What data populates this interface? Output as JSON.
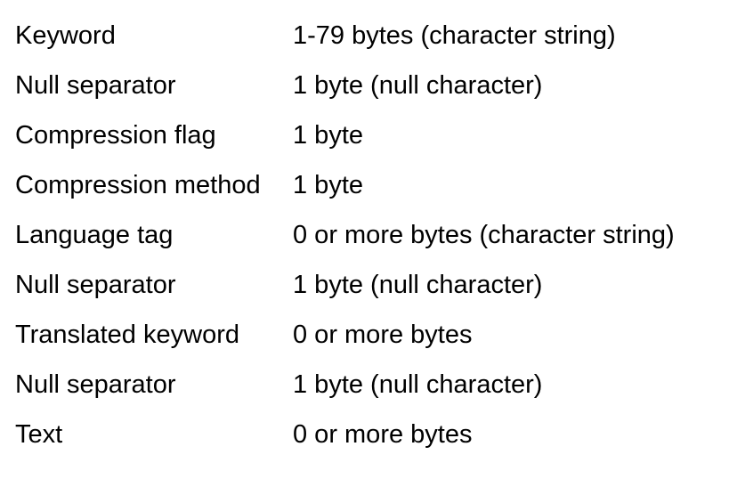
{
  "rows": [
    {
      "field": "Keyword",
      "size": "1-79 bytes (character string)"
    },
    {
      "field": "Null separator",
      "size": "1 byte (null character)"
    },
    {
      "field": "Compression flag",
      "size": "1 byte"
    },
    {
      "field": "Compression method",
      "size": "1 byte"
    },
    {
      "field": "Language tag",
      "size": "0 or more bytes (character string)"
    },
    {
      "field": "Null separator",
      "size": "1 byte (null character)"
    },
    {
      "field": "Translated keyword",
      "size": "0 or more bytes"
    },
    {
      "field": "Null separator",
      "size": "1 byte (null character)"
    },
    {
      "field": "Text",
      "size": "0 or more bytes"
    }
  ]
}
